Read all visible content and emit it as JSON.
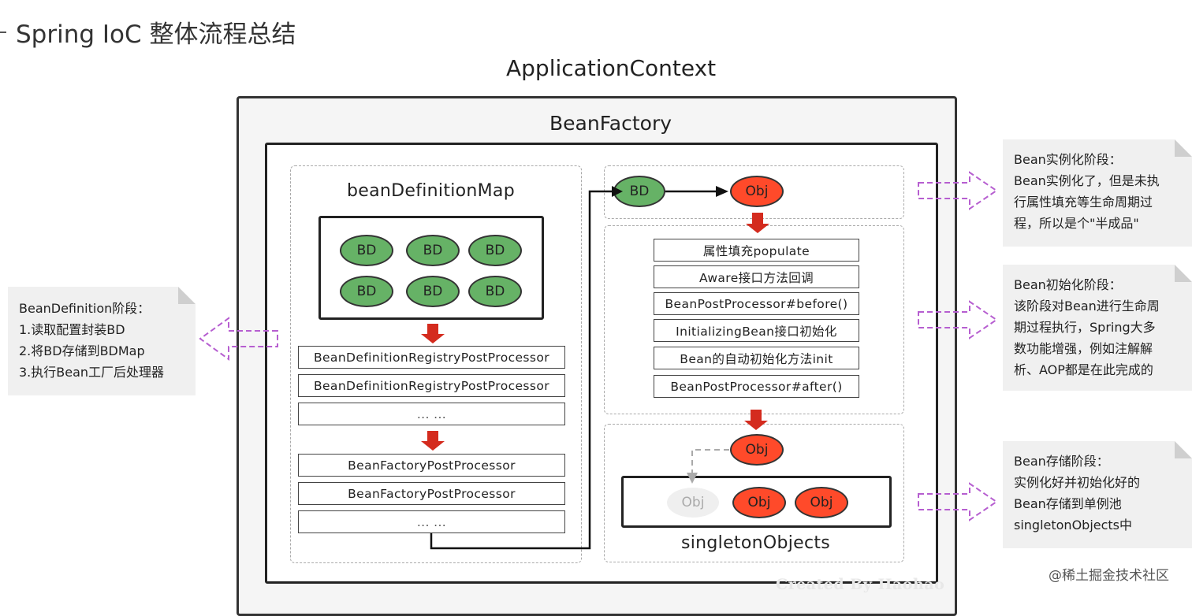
{
  "page_title": "Spring IoC 整体流程总结",
  "context_title": "ApplicationContext",
  "factory_title": "BeanFactory",
  "bean_definition_map": {
    "title": "beanDefinitionMap",
    "items": [
      "BD",
      "BD",
      "BD",
      "BD",
      "BD",
      "BD"
    ]
  },
  "registry_processors": [
    "BeanDefinitionRegistryPostProcessor",
    "BeanDefinitionRegistryPostProcessor",
    "... ..."
  ],
  "factory_processors": [
    "BeanFactoryPostProcessor",
    "BeanFactoryPostProcessor",
    "... ..."
  ],
  "instantiation": {
    "from": "BD",
    "to": "Obj"
  },
  "lifecycle_steps": [
    "属性填充populate",
    "Aware接口方法回调",
    "BeanPostProcessor#before()",
    "InitializingBean接口初始化",
    "Bean的自动初始化方法init",
    "BeanPostProcessor#after()"
  ],
  "singleton": {
    "incoming": "Obj",
    "title": "singletonObjects",
    "objects": [
      "Obj",
      "Obj",
      "Obj"
    ]
  },
  "notes": {
    "definition": [
      "BeanDefinition阶段：",
      "1.读取配置封装BD",
      "2.将BD存储到BDMap",
      "3.执行Bean工厂后处理器"
    ],
    "instantiation": [
      "Bean实例化阶段：",
      "Bean实例化了，但是未执",
      "行属性填充等生命周期过",
      "程，所以是个\"半成品\""
    ],
    "initialization": [
      "Bean初始化阶段：",
      "该阶段对Bean进行生命周",
      "期过程执行，Spring大多",
      "数功能增强，例如注解解",
      "析、AOP都是在此完成的"
    ],
    "storage": [
      "Bean存储阶段：",
      "实例化好并初始化好的",
      "Bean存储到单例池",
      "singletonObjects中"
    ]
  },
  "watermark": "Created By Haohao",
  "credit": "@稀土掘金技术社区",
  "colors": {
    "bd_green": "#66b266",
    "obj_red": "#ff4a2a",
    "arrow_red": "#d42b1e",
    "purple_dash": "#b65ed0"
  }
}
